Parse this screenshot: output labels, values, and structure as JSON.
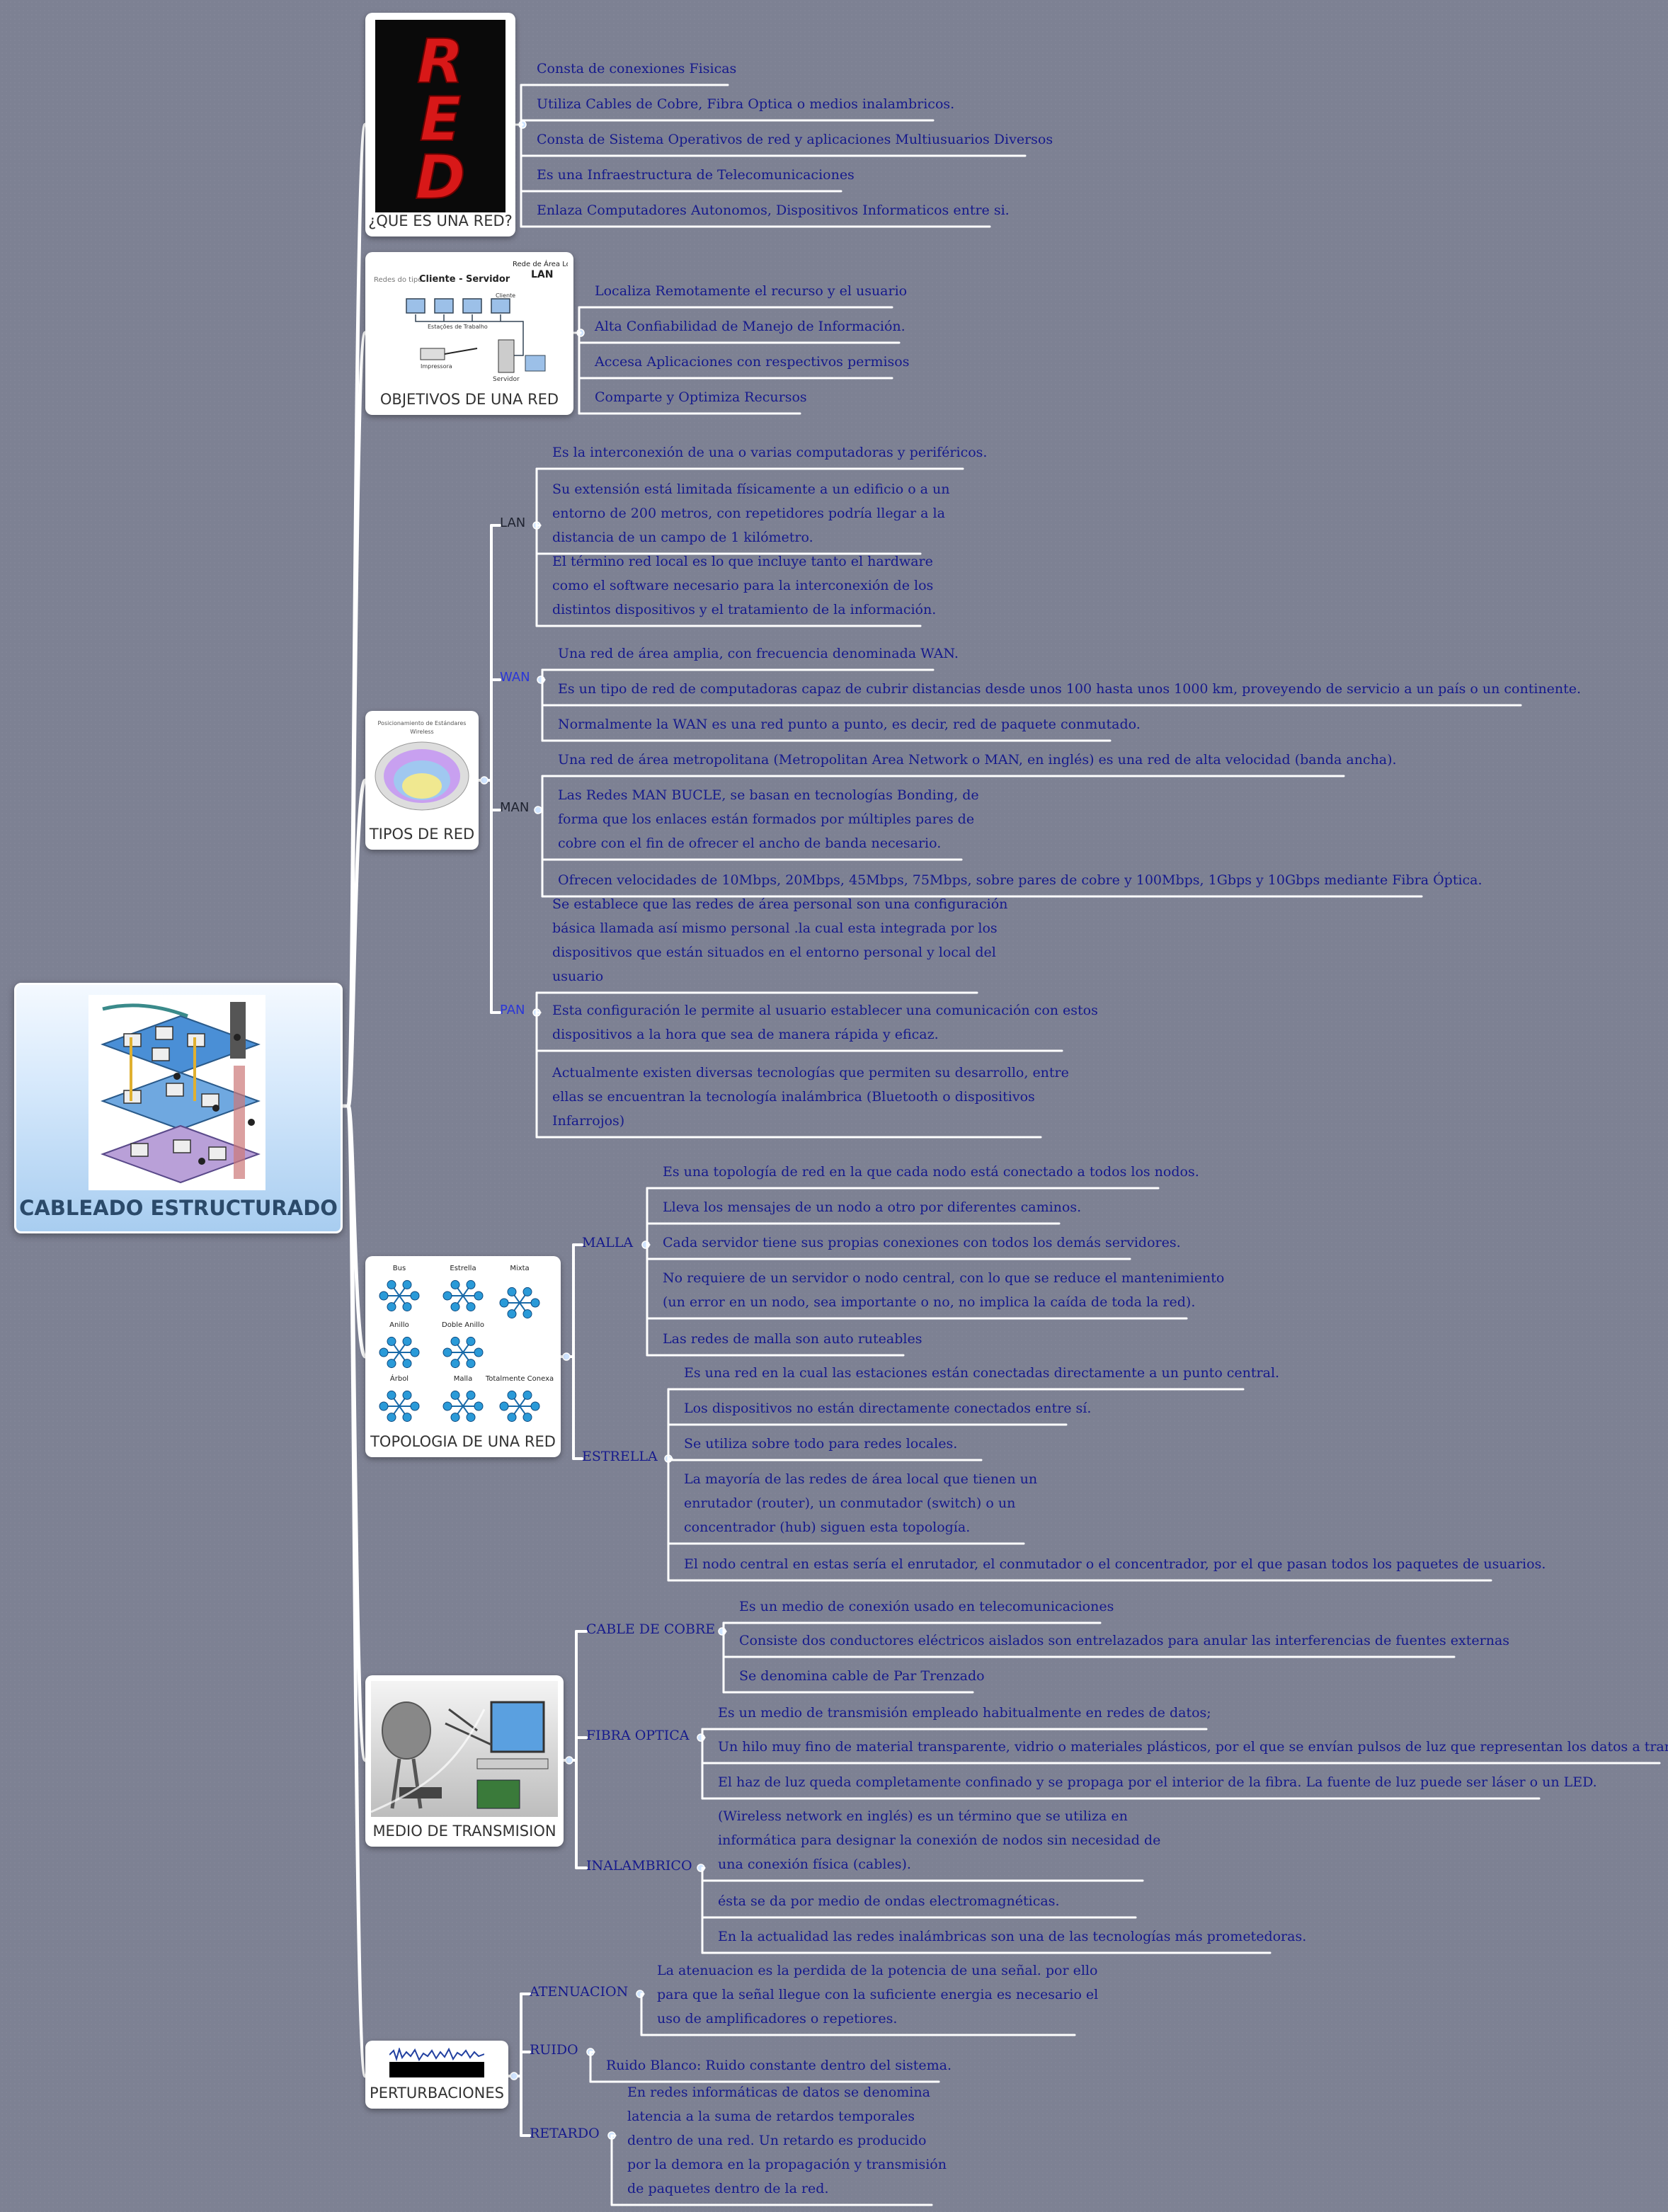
{
  "center": {
    "title": "CABLEADO ESTRUCTURADO"
  },
  "branches": {
    "que_es": {
      "caption": "¿QUE ES UNA RED?",
      "logo_text": "RED",
      "items": [
        "Consta de conexiones Fisicas",
        "Utiliza  Cables de Cobre, Fibra Optica o medios inalambricos.",
        "Consta de Sistema Operativos de red y aplicaciones Multiusuarios Diversos",
        "Es una Infraestructura de Telecomunicaciones",
        "Enlaza Computadores Autonomos, Dispositivos Informaticos entre si."
      ]
    },
    "objetivos": {
      "caption": "OBJETIVOS DE UNA RED",
      "image_labels": [
        "Redes do tipo",
        "Cliente - Servidor",
        "Rede de Área Local",
        "LAN",
        "Estações de Trabalho",
        "Cliente",
        "Impressora",
        "Servidor"
      ],
      "items": [
        "Localiza Remotamente el recurso y el usuario",
        "Alta Confiabilidad de Manejo de Información.",
        "Accesa Aplicaciones con respectivos permisos",
        "Comparte y Optimiza Recursos"
      ]
    },
    "tipos": {
      "caption": "TIPOS DE RED",
      "image_labels": [
        "Posicionamiento de Estándares",
        "Wireless"
      ],
      "lan": {
        "label": "LAN",
        "items": [
          [
            "Es la interconexión de una o varias computadoras y periféricos."
          ],
          [
            "Su extensión está limitada físicamente a un edificio o a un",
            "entorno de 200 metros, con repetidores podría llegar a la",
            "distancia de un campo de 1 kilómetro."
          ],
          [
            "El término red local es lo que incluye tanto el hardware",
            "como el software necesario para la interconexión de los",
            "distintos dispositivos y el tratamiento de la información."
          ]
        ]
      },
      "wan": {
        "label": "WAN",
        "items": [
          [
            "Una red de área amplia, con frecuencia denominada WAN."
          ],
          [
            "Es un tipo de red de computadoras capaz de cubrir distancias desde unos 100 hasta unos 1000 km, proveyendo de servicio a un país o un continente."
          ],
          [
            "Normalmente la WAN es una red punto a punto, es decir, red de paquete conmutado."
          ]
        ]
      },
      "man": {
        "label": "MAN",
        "items": [
          [
            "Una red de área metropolitana (Metropolitan Area Network o MAN, en inglés) es una red de alta velocidad (banda ancha)."
          ],
          [
            "Las Redes MAN BUCLE, se basan en tecnologías Bonding, de",
            "forma que los enlaces están formados por múltiples pares de",
            "cobre con el fin de ofrecer el ancho de banda necesario."
          ],
          [
            "Ofrecen velocidades de 10Mbps, 20Mbps, 45Mbps, 75Mbps, sobre pares de cobre y 100Mbps, 1Gbps y 10Gbps mediante Fibra Óptica."
          ]
        ]
      },
      "pan": {
        "label": "PAN",
        "items": [
          [
            "Se establece que las redes de área personal son una configuración",
            "básica llamada así mismo personal .la cual esta integrada por los",
            "dispositivos que están situados en el entorno personal y local del",
            "usuario"
          ],
          [
            "Esta configuración le permite al usuario establecer una comunicación con estos",
            "dispositivos a la hora que sea de manera rápida y eficaz."
          ],
          [
            "Actualmente existen diversas tecnologías que permiten su desarrollo, entre",
            "ellas se encuentran la tecnología inalámbrica (Bluetooth o dispositivos",
            "Infarrojos)"
          ]
        ]
      }
    },
    "topologia": {
      "caption": "TOPOLOGIA DE UNA RED",
      "image_labels": [
        "Bus",
        "Estrella",
        "Mixta",
        "Anillo",
        "Doble Anillo",
        "Árbol",
        "Malla",
        "Totalmente Conexa"
      ],
      "malla": {
        "label": "MALLA",
        "items": [
          [
            "Es una topología de red en la que cada nodo está conectado a todos los nodos."
          ],
          [
            "Lleva los mensajes de un nodo a otro por diferentes caminos."
          ],
          [
            "Cada servidor tiene sus propias conexiones con todos los demás servidores."
          ],
          [
            "No requiere de un servidor o nodo central, con lo que se reduce el mantenimiento",
            "(un error en un nodo, sea importante o no, no implica la caída de toda la red)."
          ],
          [
            "Las redes de malla son auto ruteables"
          ]
        ]
      },
      "estrella": {
        "label": "ESTRELLA",
        "items": [
          [
            "Es una red en la cual las estaciones están conectadas directamente a un punto central."
          ],
          [
            "Los dispositivos no están directamente conectados entre sí."
          ],
          [
            "Se utiliza sobre todo para redes locales."
          ],
          [
            "La mayoría de las redes de área local que tienen un",
            "enrutador (router), un conmutador (switch) o un",
            "concentrador (hub) siguen esta topología."
          ],
          [
            "El nodo central en estas sería el enrutador, el conmutador o el concentrador, por el que pasan todos los paquetes de usuarios."
          ]
        ]
      }
    },
    "medio": {
      "caption": "MEDIO DE TRANSMISION",
      "cobre": {
        "label": "CABLE DE COBRE",
        "items": [
          [
            "Es un medio de conexión usado en telecomunicaciones"
          ],
          [
            "Consiste dos conductores eléctricos aislados son entrelazados para anular las interferencias de fuentes externas"
          ],
          [
            "Se denomina cable de Par Trenzado"
          ]
        ]
      },
      "fibra": {
        "label": "FIBRA OPTICA",
        "items": [
          [
            "Es un medio de transmisión empleado habitualmente en redes de datos;"
          ],
          [
            "Un hilo muy fino de material transparente, vidrio o materiales plásticos, por el que se envían pulsos de luz que representan los datos a transmitir."
          ],
          [
            "El haz de luz queda completamente confinado y se propaga por el interior de la fibra. La fuente de luz puede ser láser o un LED."
          ]
        ]
      },
      "inalambrico": {
        "label": "INALAMBRICO",
        "items": [
          [
            "(Wireless network en inglés) es un término que se utiliza en",
            "informática para designar la conexión de nodos sin necesidad de",
            "una conexión física (cables)."
          ],
          [
            "ésta se da por medio de ondas electromagnéticas."
          ],
          [
            "En la actualidad las redes inalámbricas son una de las tecnologías más prometedoras."
          ]
        ]
      }
    },
    "perturbaciones": {
      "caption": "PERTURBACIONES",
      "atenuacion": {
        "label": "ATENUACION",
        "items": [
          [
            "La atenuacion es la perdida de la potencia de una señal. por ello",
            "para que la señal llegue con la suficiente energia es necesario el",
            "uso de amplificadores o repetiores."
          ]
        ]
      },
      "ruido": {
        "label": "RUIDO",
        "items": [
          [
            "Ruido Blanco: Ruido constante dentro del sistema."
          ]
        ]
      },
      "retardo": {
        "label": "RETARDO",
        "items": [
          [
            "En redes informáticas de datos se denomina",
            "latencia a la suma de retardos temporales",
            "dentro de una red. Un retardo es producido",
            "por la demora en la propagación y transmisión",
            "de paquetes dentro de la red."
          ]
        ]
      }
    }
  },
  "colors": {
    "background": "#7d8193",
    "connector": "#ffffff",
    "leaf_text": "#161a8c",
    "dot": "#cfe4ff"
  }
}
